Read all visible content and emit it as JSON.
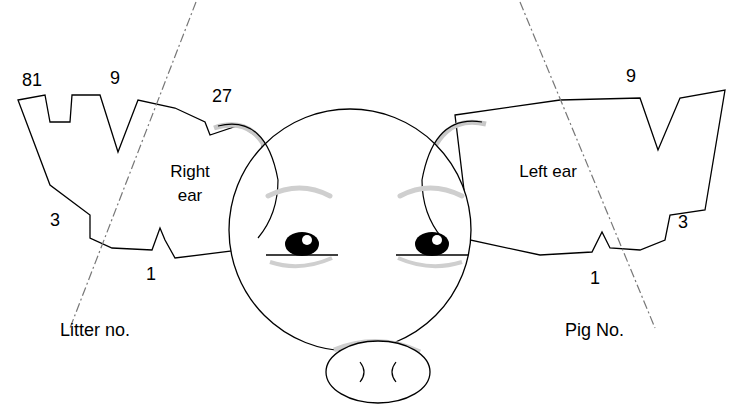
{
  "diagram": {
    "nodes": [
      {
        "text": [
          "Right ear"
        ]
      },
      {
        "text": [
          "Left ear"
        ]
      }
    ],
    "labels": [
      "81",
      "9",
      "27",
      "3",
      "1",
      "9",
      "3",
      "1",
      "Litter no.",
      "Pig No."
    ]
  }
}
